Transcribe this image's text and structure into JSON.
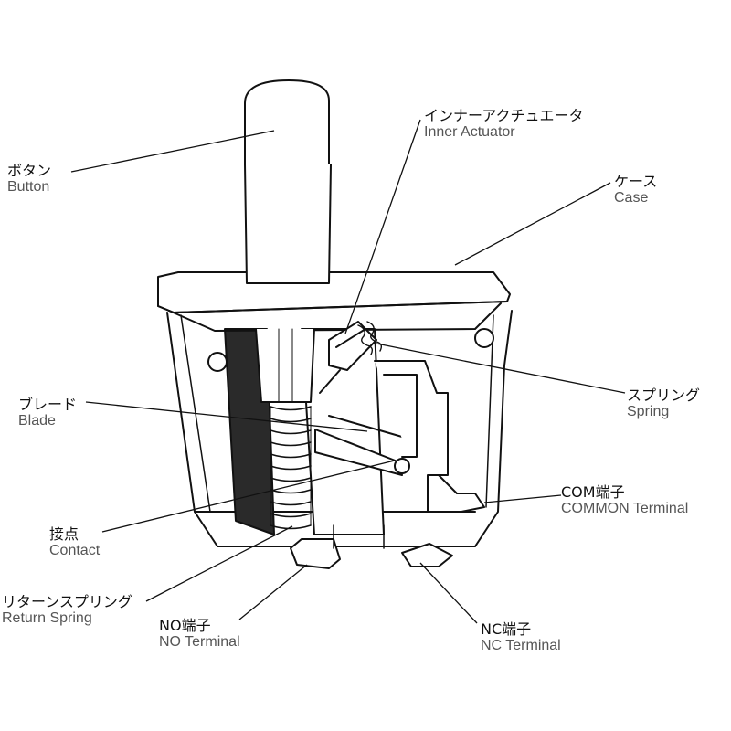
{
  "labels": {
    "button": {
      "jp": "ボタン",
      "en": "Button"
    },
    "inner": {
      "jp": "インナーアクチュエータ",
      "en": "Inner Actuator"
    },
    "case": {
      "jp": "ケース",
      "en": "Case"
    },
    "spring": {
      "jp": "スプリング",
      "en": "Spring"
    },
    "blade": {
      "jp": "ブレード",
      "en": "Blade"
    },
    "com": {
      "jp": "COM端子",
      "en": "COMMON Terminal"
    },
    "contact": {
      "jp": "接点",
      "en": "Contact"
    },
    "return": {
      "jp": "リターンスプリング",
      "en": "Return Spring"
    },
    "no": {
      "jp": "NO端子",
      "en": "NO Terminal"
    },
    "nc": {
      "jp": "NC端子",
      "en": "NC Terminal"
    }
  }
}
